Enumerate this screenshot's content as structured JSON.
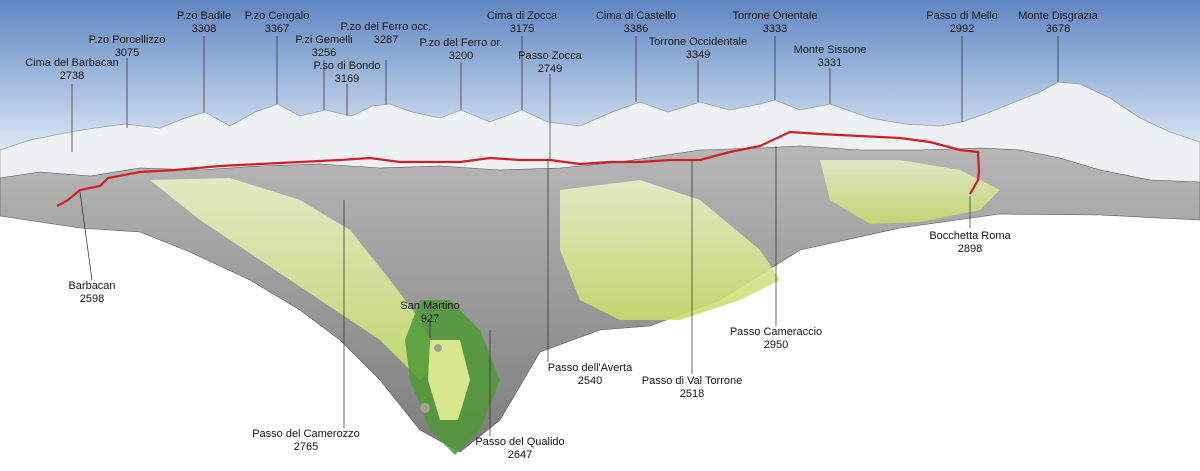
{
  "colors": {
    "sky_top": "#5f86c2",
    "sky_bottom": "#dbe7f4",
    "route": "#d11f26",
    "snow": "#f3f5f7",
    "rock": "#8c8c8c",
    "meadow": "#c6dd6a",
    "forest": "#4f9a36",
    "leader_line": "#2a2a2a"
  },
  "peaks": [
    {
      "name": "Cima del Barbacan",
      "elevation": "2738"
    },
    {
      "name": "P.zo Porcellizzo",
      "elevation": "3075"
    },
    {
      "name": "P.zo Badile",
      "elevation": "3308"
    },
    {
      "name": "P.zo Cengalo",
      "elevation": "3367"
    },
    {
      "name": "P.zi Gemelli",
      "elevation": "3256"
    },
    {
      "name": "P.so di Bondo",
      "elevation": "3169"
    },
    {
      "name": "P.zo del Ferro occ.",
      "elevation": "3287"
    },
    {
      "name": "P.zo del Ferro or.",
      "elevation": "3200"
    },
    {
      "name": "Cima di Zocca",
      "elevation": "3175"
    },
    {
      "name": "Passo Zocca",
      "elevation": "2749"
    },
    {
      "name": "Cima di Castello",
      "elevation": "3386"
    },
    {
      "name": "Torrone Occidentale",
      "elevation": "3349"
    },
    {
      "name": "Torrone Orientale",
      "elevation": "3333"
    },
    {
      "name": "Monte Sissone",
      "elevation": "3331"
    },
    {
      "name": "Passo di Mello",
      "elevation": "2992"
    },
    {
      "name": "Monte Disgrazia",
      "elevation": "3678"
    }
  ],
  "lower_points": [
    {
      "name": "Barbacan",
      "elevation": "2598"
    },
    {
      "name": "San Martino",
      "elevation": "927"
    },
    {
      "name": "Passo del Camerozzo",
      "elevation": "2765"
    },
    {
      "name": "Passo del Qualido",
      "elevation": "2647"
    },
    {
      "name": "Passo dell'Averta",
      "elevation": "2540"
    },
    {
      "name": "Passo di Val Torrone",
      "elevation": "2518"
    },
    {
      "name": "Passo Cameraccio",
      "elevation": "2950"
    },
    {
      "name": "Bocchetta Roma",
      "elevation": "2898"
    }
  ]
}
